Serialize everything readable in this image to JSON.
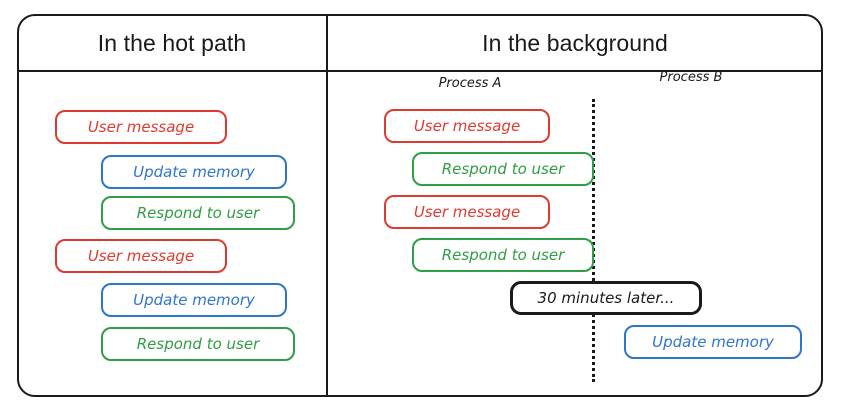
{
  "diagram": {
    "panels": [
      {
        "id": "hot-path",
        "title": "In the hot path",
        "steps": [
          {
            "label": "User message",
            "color": "red",
            "indent": false
          },
          {
            "label": "Update memory",
            "color": "blue",
            "indent": true
          },
          {
            "label": "Respond to user",
            "color": "green",
            "indent": true
          },
          {
            "label": "User message",
            "color": "red",
            "indent": false
          },
          {
            "label": "Update memory",
            "color": "blue",
            "indent": true
          },
          {
            "label": "Respond to user",
            "color": "green",
            "indent": true
          }
        ]
      },
      {
        "id": "background",
        "title": "In the background",
        "process_a_label": "Process A",
        "process_b_label": "Process B",
        "process_a_steps": [
          {
            "label": "User message",
            "color": "red",
            "indent": false
          },
          {
            "label": "Respond to user",
            "color": "green",
            "indent": true
          },
          {
            "label": "User message",
            "color": "red",
            "indent": false
          },
          {
            "label": "Respond to user",
            "color": "green",
            "indent": true
          }
        ],
        "time_gap_label": "30 minutes later...",
        "process_b_steps": [
          {
            "label": "Update memory",
            "color": "blue"
          }
        ]
      }
    ],
    "colors": {
      "red": "#e03a30",
      "blue": "#2e75cc",
      "green": "#2f9e44",
      "black": "#1a1a1a"
    }
  }
}
